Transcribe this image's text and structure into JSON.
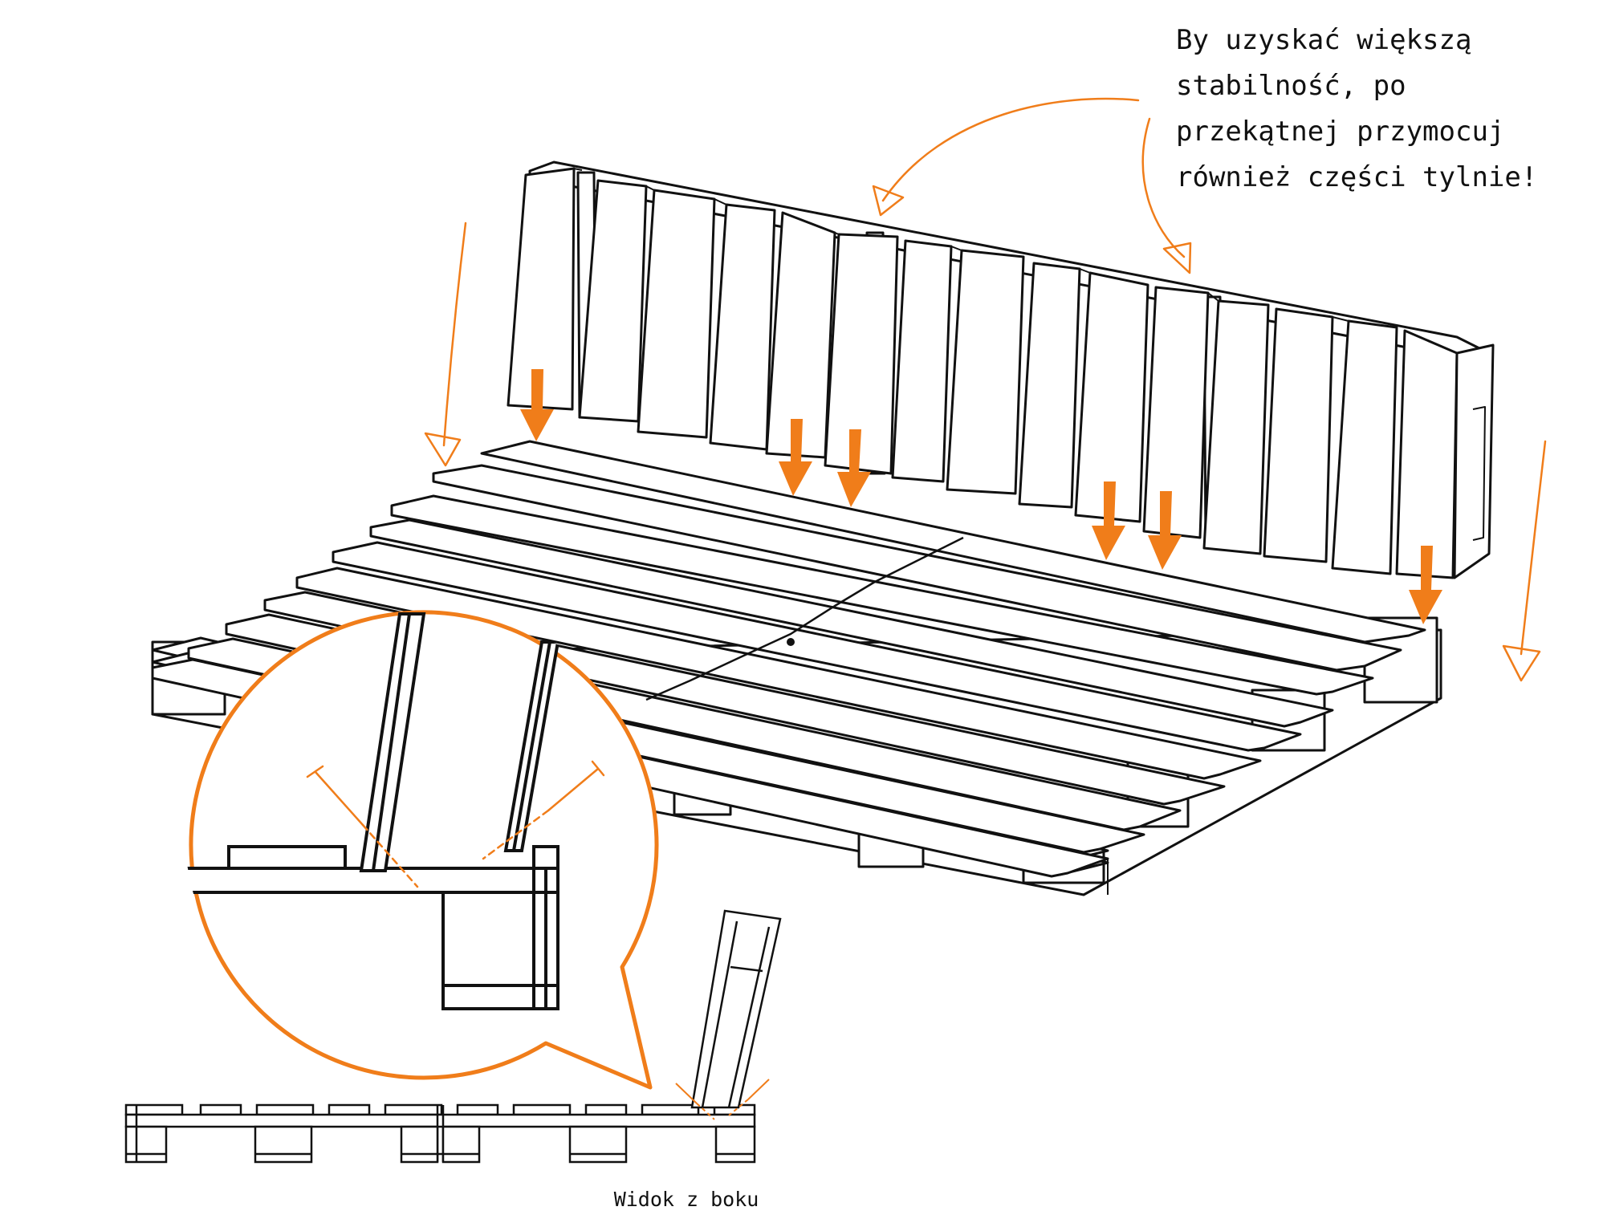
{
  "note": {
    "lines": [
      "By uzyskać większą",
      "stabilność, po",
      "przekątnej przymocuj",
      "również części tylnie!"
    ]
  },
  "caption": "Widok z boku",
  "colors": {
    "accent": "#f07d1a",
    "line": "#111111",
    "background": "#ffffff"
  }
}
